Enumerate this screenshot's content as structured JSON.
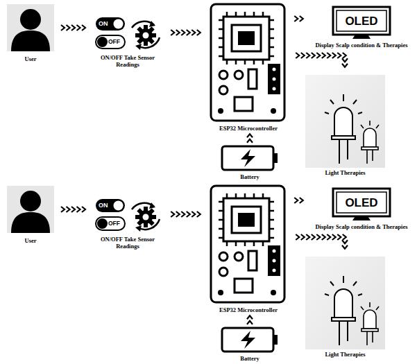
{
  "diagram": {
    "nodes": [
      {
        "text": [
          "User"
        ]
      },
      {
        "text": [
          "ON",
          "OFF",
          "ON/OFF Take Sensor Readings"
        ]
      },
      {
        "text": [
          "ESP32 Microcontroller"
        ]
      },
      {
        "text": [
          "OLED",
          "Display Scalp condition & Therapies"
        ]
      },
      {
        "text": [
          "Light Therapies"
        ]
      },
      {
        "text": [
          "Battery"
        ]
      },
      {
        "text": [
          "User"
        ]
      },
      {
        "text": [
          "ON",
          "OFF",
          "ON/OFF Take Sensor Readings"
        ]
      },
      {
        "text": [
          "ESP32 Microcontroller"
        ]
      },
      {
        "text": [
          "OLED",
          "Display Scalp condition & Therapies"
        ]
      },
      {
        "text": [
          "Light Therapies"
        ]
      },
      {
        "text": [
          "Battery"
        ]
      }
    ],
    "edges": [
      {
        "from": 0,
        "to": 1,
        "arrow": "to"
      },
      {
        "from": 1,
        "to": 2,
        "arrow": "to"
      },
      {
        "from": 2,
        "to": 3,
        "arrow": "to"
      },
      {
        "from": 2,
        "to": 4,
        "arrow": "to"
      },
      {
        "from": 5,
        "to": 2,
        "arrow": "to"
      },
      {
        "from": 6,
        "to": 7,
        "arrow": "to"
      },
      {
        "from": 7,
        "to": 8,
        "arrow": "to"
      },
      {
        "from": 8,
        "to": 9,
        "arrow": "to"
      },
      {
        "from": 8,
        "to": 10,
        "arrow": "to"
      },
      {
        "from": 11,
        "to": 8,
        "arrow": "to"
      }
    ]
  }
}
